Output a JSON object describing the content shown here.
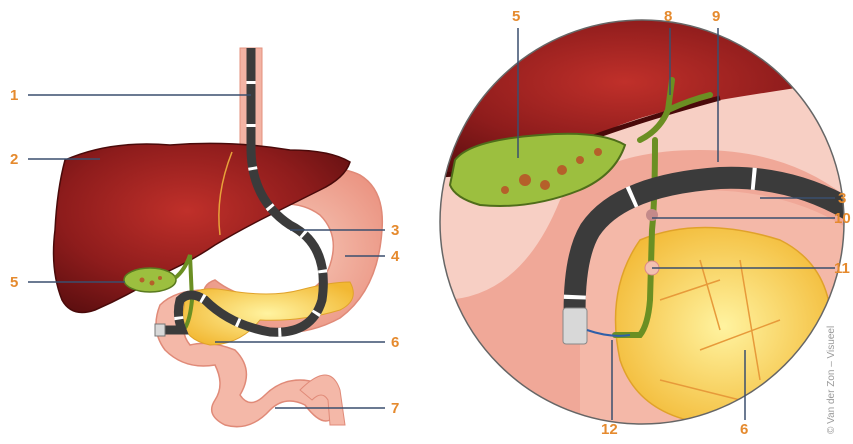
{
  "labels": {
    "l1": "1",
    "l2": "2",
    "l3": "3",
    "l4": "4",
    "l5": "5",
    "l6": "6",
    "l7": "7",
    "r5": "5",
    "r8": "8",
    "r9": "9",
    "r3": "3",
    "r10": "10",
    "r11": "11",
    "r12": "12",
    "r6": "6"
  },
  "credit": "© Van der Zon – Visueel",
  "colors": {
    "label": "#e58a2e",
    "leader": "#3a4f6e",
    "liver": "#8b1a1a",
    "gallbladder": "#8fb23a",
    "stomach": "#f4b5a6",
    "pancreas": "#f7d24a",
    "scope": "#3b3b3b"
  }
}
